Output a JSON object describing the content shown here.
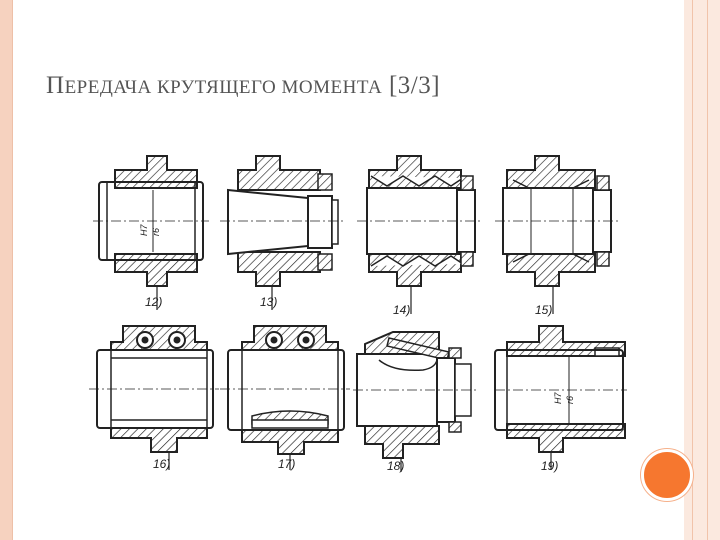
{
  "slide": {
    "title_cap": "П",
    "title_rest": "ередача крутящего момента",
    "title_suffix": "[3/3]"
  },
  "figures": [
    {
      "label": "12)",
      "fit_top": "H7",
      "fit_bottom": "r6"
    },
    {
      "label": "13)"
    },
    {
      "label": "14)"
    },
    {
      "label": "15)"
    },
    {
      "label": "16)"
    },
    {
      "label": "17)"
    },
    {
      "label": "18)"
    },
    {
      "label": "19)",
      "fit_top": "H7",
      "fit_bottom": "r6"
    }
  ],
  "colors": {
    "frame": "#f6d2bf",
    "accent": "#f6772f",
    "ink": "#222222"
  }
}
